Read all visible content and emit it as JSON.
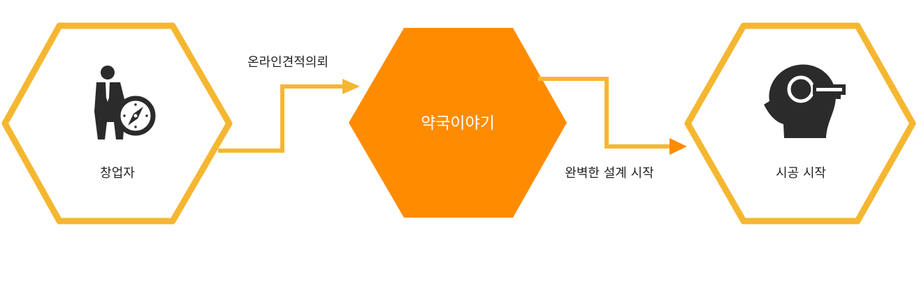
{
  "colors": {
    "outline": "#F5B731",
    "center_fill": "#FF8C00",
    "arrow": "#F5B731",
    "icon": "#2b2b2b",
    "center_text": "#ffffff",
    "label_text": "#222222"
  },
  "nodes": {
    "left": {
      "label": "창업자",
      "icon": "businessman-compass-icon"
    },
    "center": {
      "label": "약국이야기"
    },
    "right": {
      "label": "시공 시작",
      "icon": "head-key-icon"
    }
  },
  "edges": {
    "left_to_center": {
      "label": "온라인견적의뢰"
    },
    "center_to_right": {
      "label": "완벽한 설계 시작"
    }
  }
}
